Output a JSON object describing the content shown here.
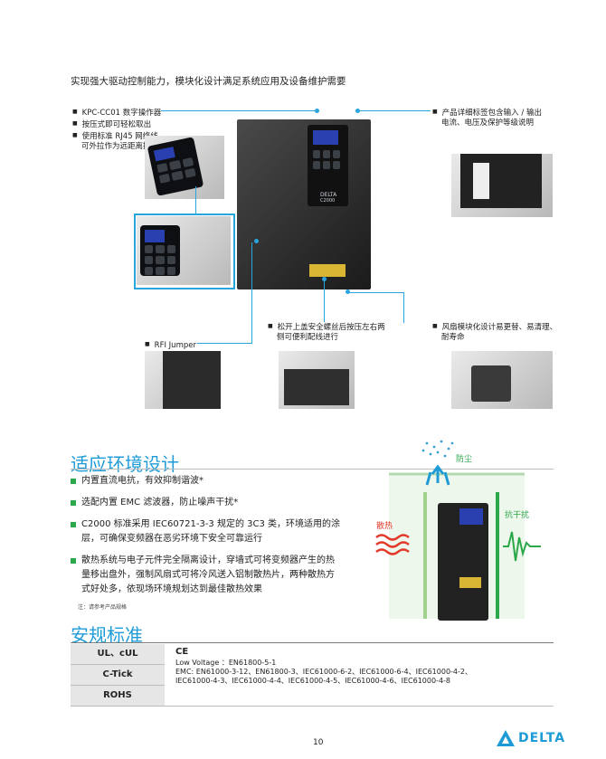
{
  "header": {
    "title": "实现强大驱动控制能力，模块化设计满足系统应用及设备维护需要"
  },
  "callouts": {
    "keypad_line1": "KPC-CC01 数字操作器",
    "keypad_line2": "按压式即可轻松取出",
    "keypad_line3a": "使用标准 RJ45 网络线，",
    "keypad_line3b": "可外拉作为远距离操作",
    "label_line1": "产品详细标签包含输入 / 输出",
    "label_line2": "电流、电压及保护等级说明",
    "rfi": "RFI Jumper",
    "cover_line1": "松开上盖安全螺丝后按压左右两",
    "cover_line2": "侧可便利配线进行",
    "fan_line1": "风扇模块化设计易更替、易清理、",
    "fan_line2": "耐寿命"
  },
  "drive_logo": "DELTA",
  "drive_model": "C2000",
  "env_section": {
    "title": "适应环境设计",
    "items": [
      "内置直流电抗，有效抑制谐波*",
      "选配内置 EMC 滤波器，防止噪声干扰*",
      "C2000 标准采用 IEC60721-3-3 规定的 3C3 类，环境适用的涂层，可确保变频器在恶劣环境下安全可靠运行",
      "散热系统与电子元件完全隔离设计，穿墙式可将变频器产生的热量移出盘外，强制风扇式可将冷风送入铝制散热片，两种散热方式好处多，依现场环境规划达到最佳散热效果"
    ],
    "note": "注：请参考产品规格",
    "diagram": {
      "dust": "防尘",
      "heat": "散热",
      "noise": "抗干扰"
    }
  },
  "standards": {
    "title": "安规标准",
    "rows": [
      {
        "key": "UL、cUL"
      },
      {
        "key": "C-Tick"
      },
      {
        "key": "ROHS"
      }
    ],
    "ce_title": "CE",
    "ce_line1": "Low Voltage ：EN61800-5-1",
    "ce_line2": "EMC: EN61000-3-12、EN61800-3、IEC61000-6-2、IEC61000-6-4、IEC61000-4-2、",
    "ce_line3": "IEC61000-4-3、IEC61000-4-4、IEC61000-4-5、IEC61000-4-6、IEC61000-4-8"
  },
  "footer": {
    "page": "10",
    "brand": "DELTA"
  },
  "colors": {
    "accent": "#1e9bd7",
    "bullet_green": "#2aa84a",
    "brand_blue": "#1e9bd7"
  }
}
